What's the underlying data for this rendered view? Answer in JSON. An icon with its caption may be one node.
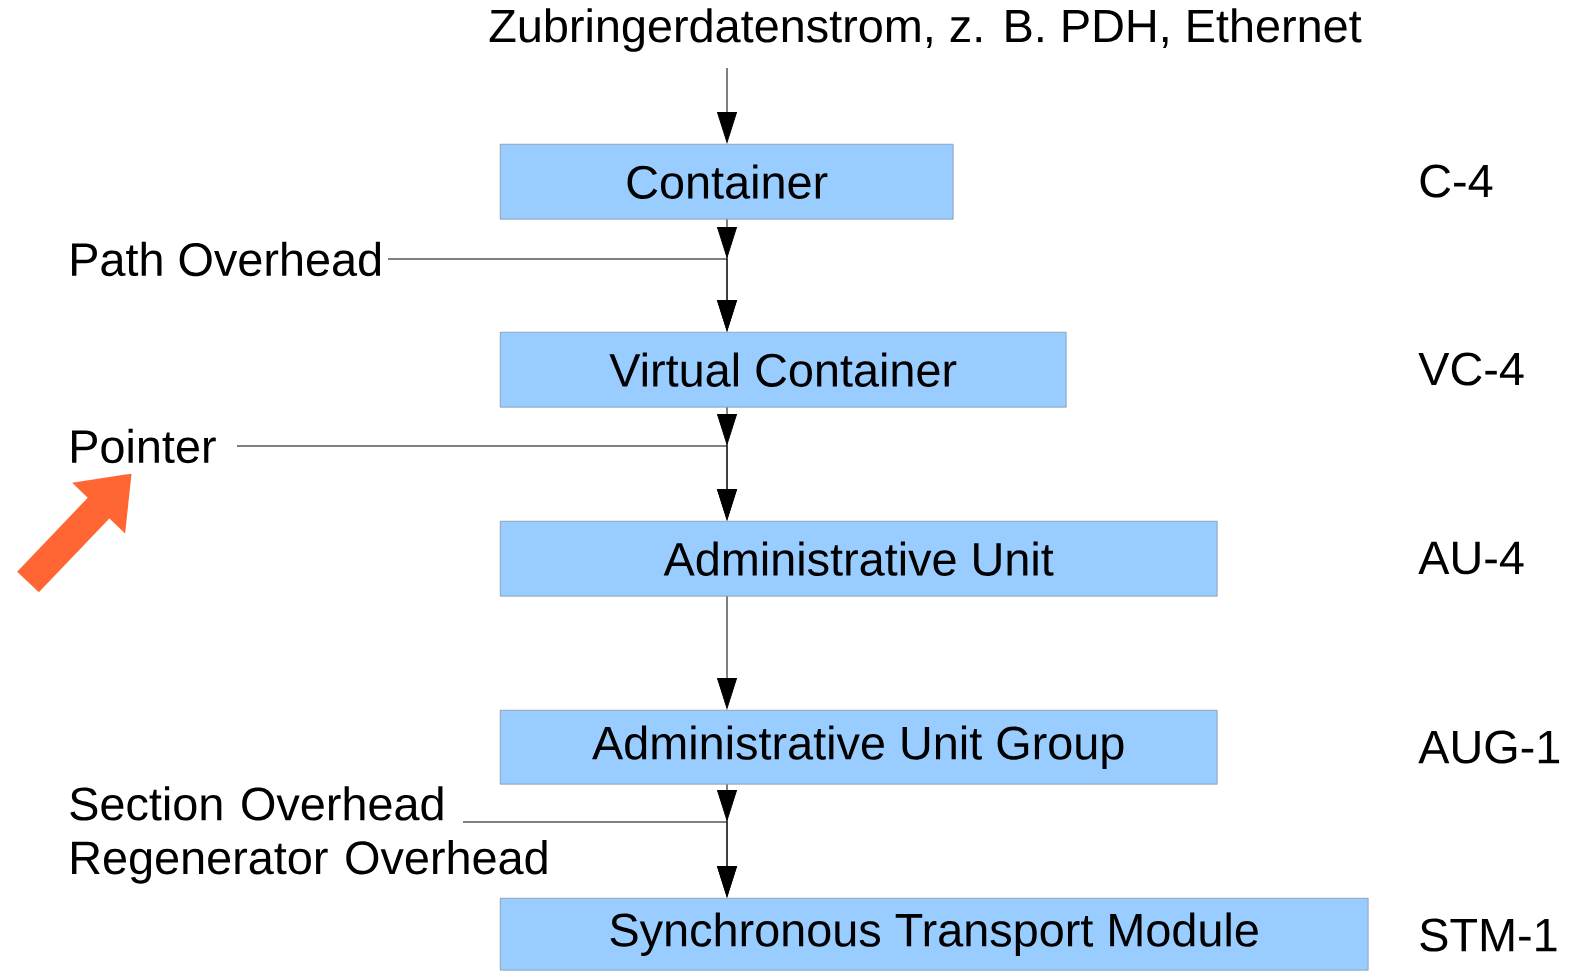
{
  "diagram": {
    "nodes": [
      {
        "text": [
          "Zubringerdatenstrom, z. B. PDH, Ethernet"
        ]
      },
      {
        "text": [
          "Container"
        ]
      },
      {
        "text": [
          "Path Overhead"
        ]
      },
      {
        "text": [
          "Virtual Container"
        ]
      },
      {
        "text": [
          "Pointer"
        ]
      },
      {
        "text": [
          "Administrative Unit"
        ]
      },
      {
        "text": [
          "Administrative Unit Group"
        ]
      },
      {
        "text": [
          "Section Overhead Regenerator Overhead"
        ]
      },
      {
        "text": [
          "Synchronous Transport Module"
        ]
      }
    ],
    "labels": [
      "C-4",
      "VC-4",
      "AU-4",
      "AUG-1",
      "STM-1"
    ],
    "edges": [
      {
        "from": 0,
        "to": 1,
        "arrow": "to"
      },
      {
        "from": 1,
        "to": 3,
        "arrow": "to"
      },
      {
        "from": 2,
        "to": 3,
        "arrow": "to"
      },
      {
        "from": 3,
        "to": 5,
        "arrow": "to"
      },
      {
        "from": 4,
        "to": 5,
        "arrow": "to"
      },
      {
        "from": 5,
        "to": 6,
        "arrow": "to"
      },
      {
        "from": 6,
        "to": 8,
        "arrow": "to"
      },
      {
        "from": 7,
        "to": 8,
        "arrow": "to"
      },
      {
        "from": null,
        "to": 4,
        "arrow": "to",
        "style": "thick",
        "color": "#ff6633"
      }
    ]
  }
}
